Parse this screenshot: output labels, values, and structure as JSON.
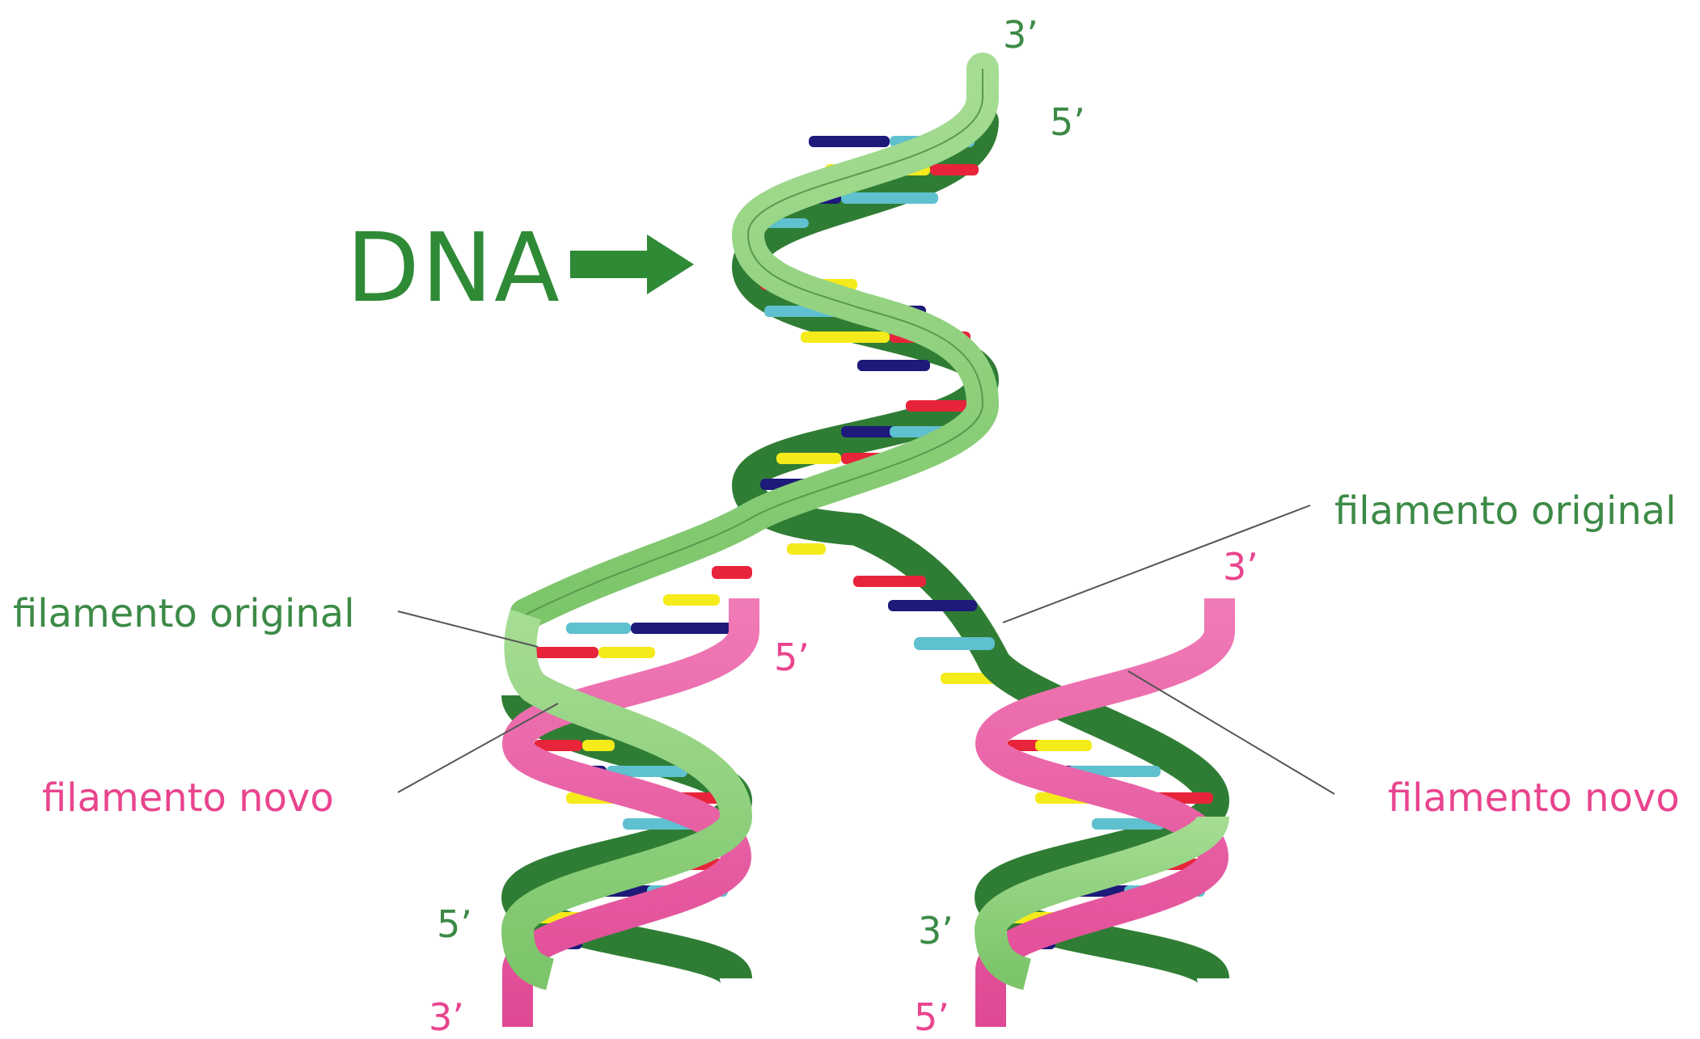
{
  "title": "DNA",
  "labels": {
    "original_left": "filamento original",
    "original_right": "filamento original",
    "new_left": "filamento novo",
    "new_right": "filamento novo"
  },
  "ends": {
    "top_3": "3’",
    "top_5": "5’",
    "mid_left_5": "5’",
    "right_top_3": "3’",
    "left_bottom_5": "5’",
    "left_bottom_3": "3’",
    "right_bottom_3": "3’",
    "right_bottom_5": "5’"
  },
  "colors": {
    "original_strand_light": "#8fd17c",
    "original_strand_dark": "#2f7d34",
    "new_strand": "#e85fa4",
    "base_yellow": "#f5ea1a",
    "base_red": "#e8243b",
    "base_cyan": "#5fc0cf",
    "base_navy": "#1d1a7a",
    "label_green": "#3c8a46",
    "label_pink": "#e9448e"
  }
}
